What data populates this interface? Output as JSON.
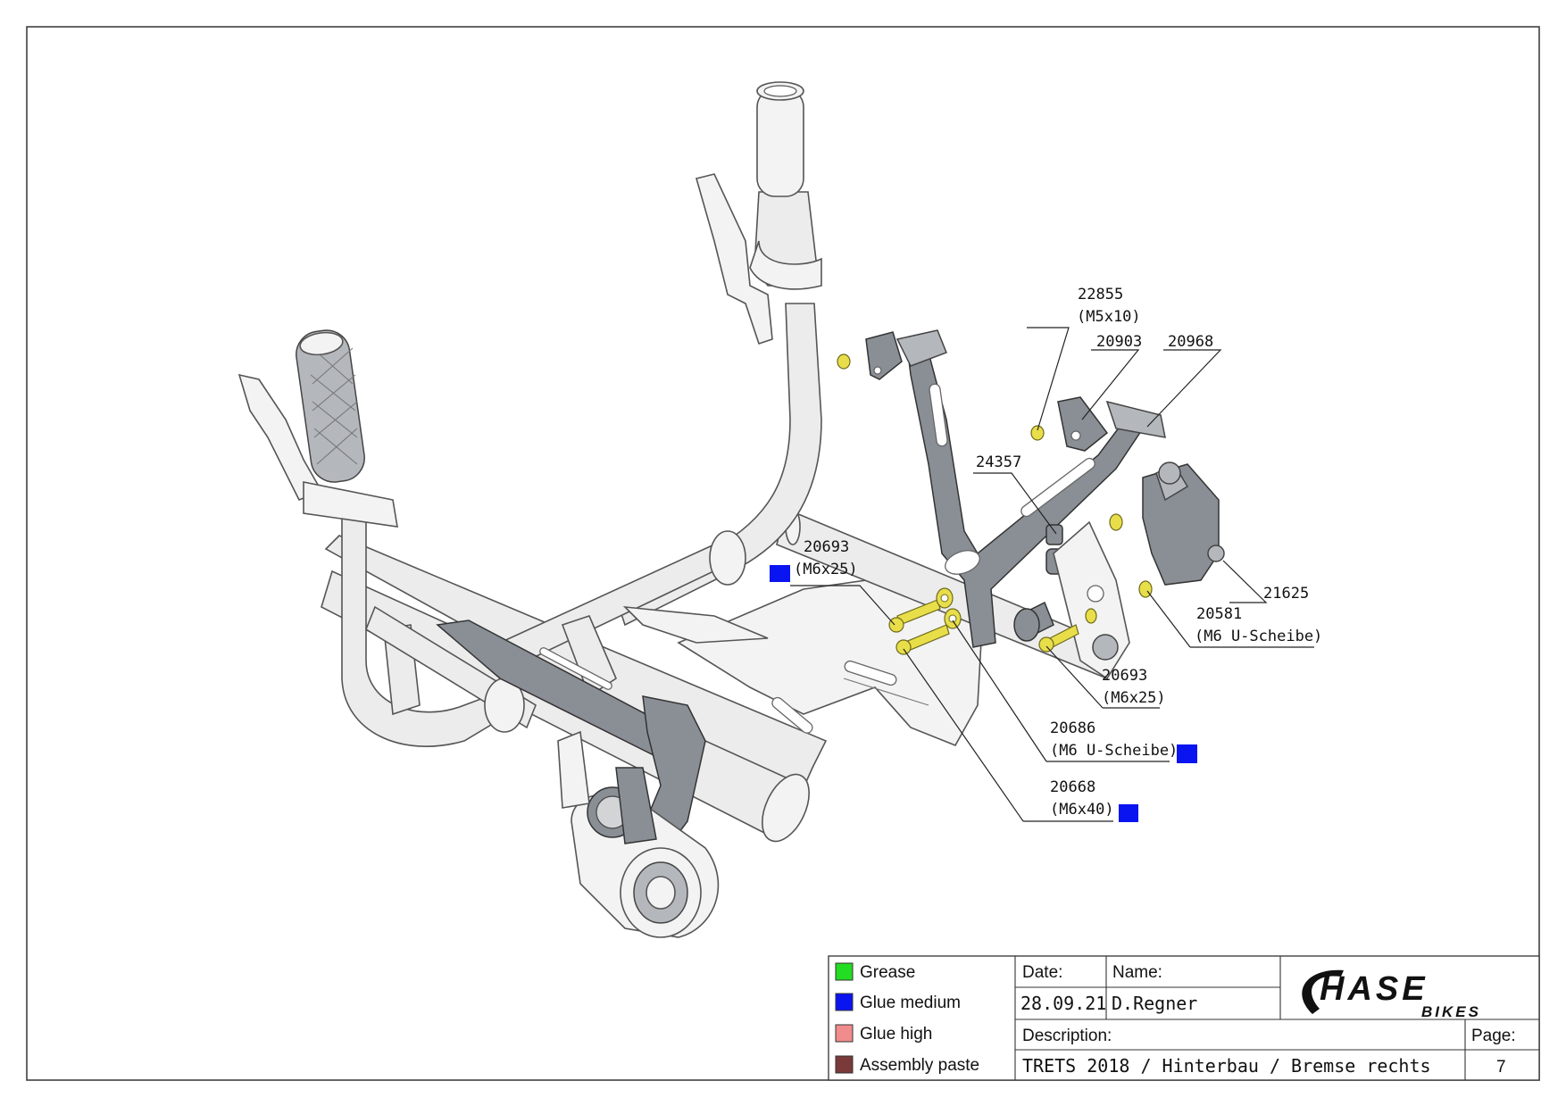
{
  "callouts": {
    "p22855": {
      "number": "22855",
      "spec": "(M5x10)"
    },
    "p20903": {
      "number": "20903"
    },
    "p20968": {
      "number": "20968"
    },
    "p24357": {
      "number": "24357"
    },
    "p20693a": {
      "number": "20693",
      "spec": "(M6x25)"
    },
    "p21625": {
      "number": "21625"
    },
    "p20581": {
      "number": "20581",
      "spec": "(M6 U-Scheibe)"
    },
    "p20693b": {
      "number": "20693",
      "spec": "(M6x25)"
    },
    "p20686": {
      "number": "20686",
      "spec": "(M6 U-Scheibe)"
    },
    "p20668": {
      "number": "20668",
      "spec": "(M6x40)"
    }
  },
  "legend": [
    {
      "label": "Grease",
      "color": "#22dd22"
    },
    {
      "label": "Glue medium",
      "color": "#0a14f0"
    },
    {
      "label": "Glue high",
      "color": "#f08c8c"
    },
    {
      "label": "Assembly paste",
      "color": "#7a3a3a"
    }
  ],
  "glue_marker_color": "#0a14f0",
  "title_block": {
    "date_label": "Date:",
    "date_value": "28.09.21",
    "name_label": "Name:",
    "name_value": "D.Regner",
    "description_label": "Description:",
    "description_value": "TRETS 2018 / Hinterbau / Bremse rechts",
    "page_label": "Page:",
    "page_value": "7"
  },
  "logo": {
    "line1": "HASE",
    "line2": "BIKES"
  }
}
